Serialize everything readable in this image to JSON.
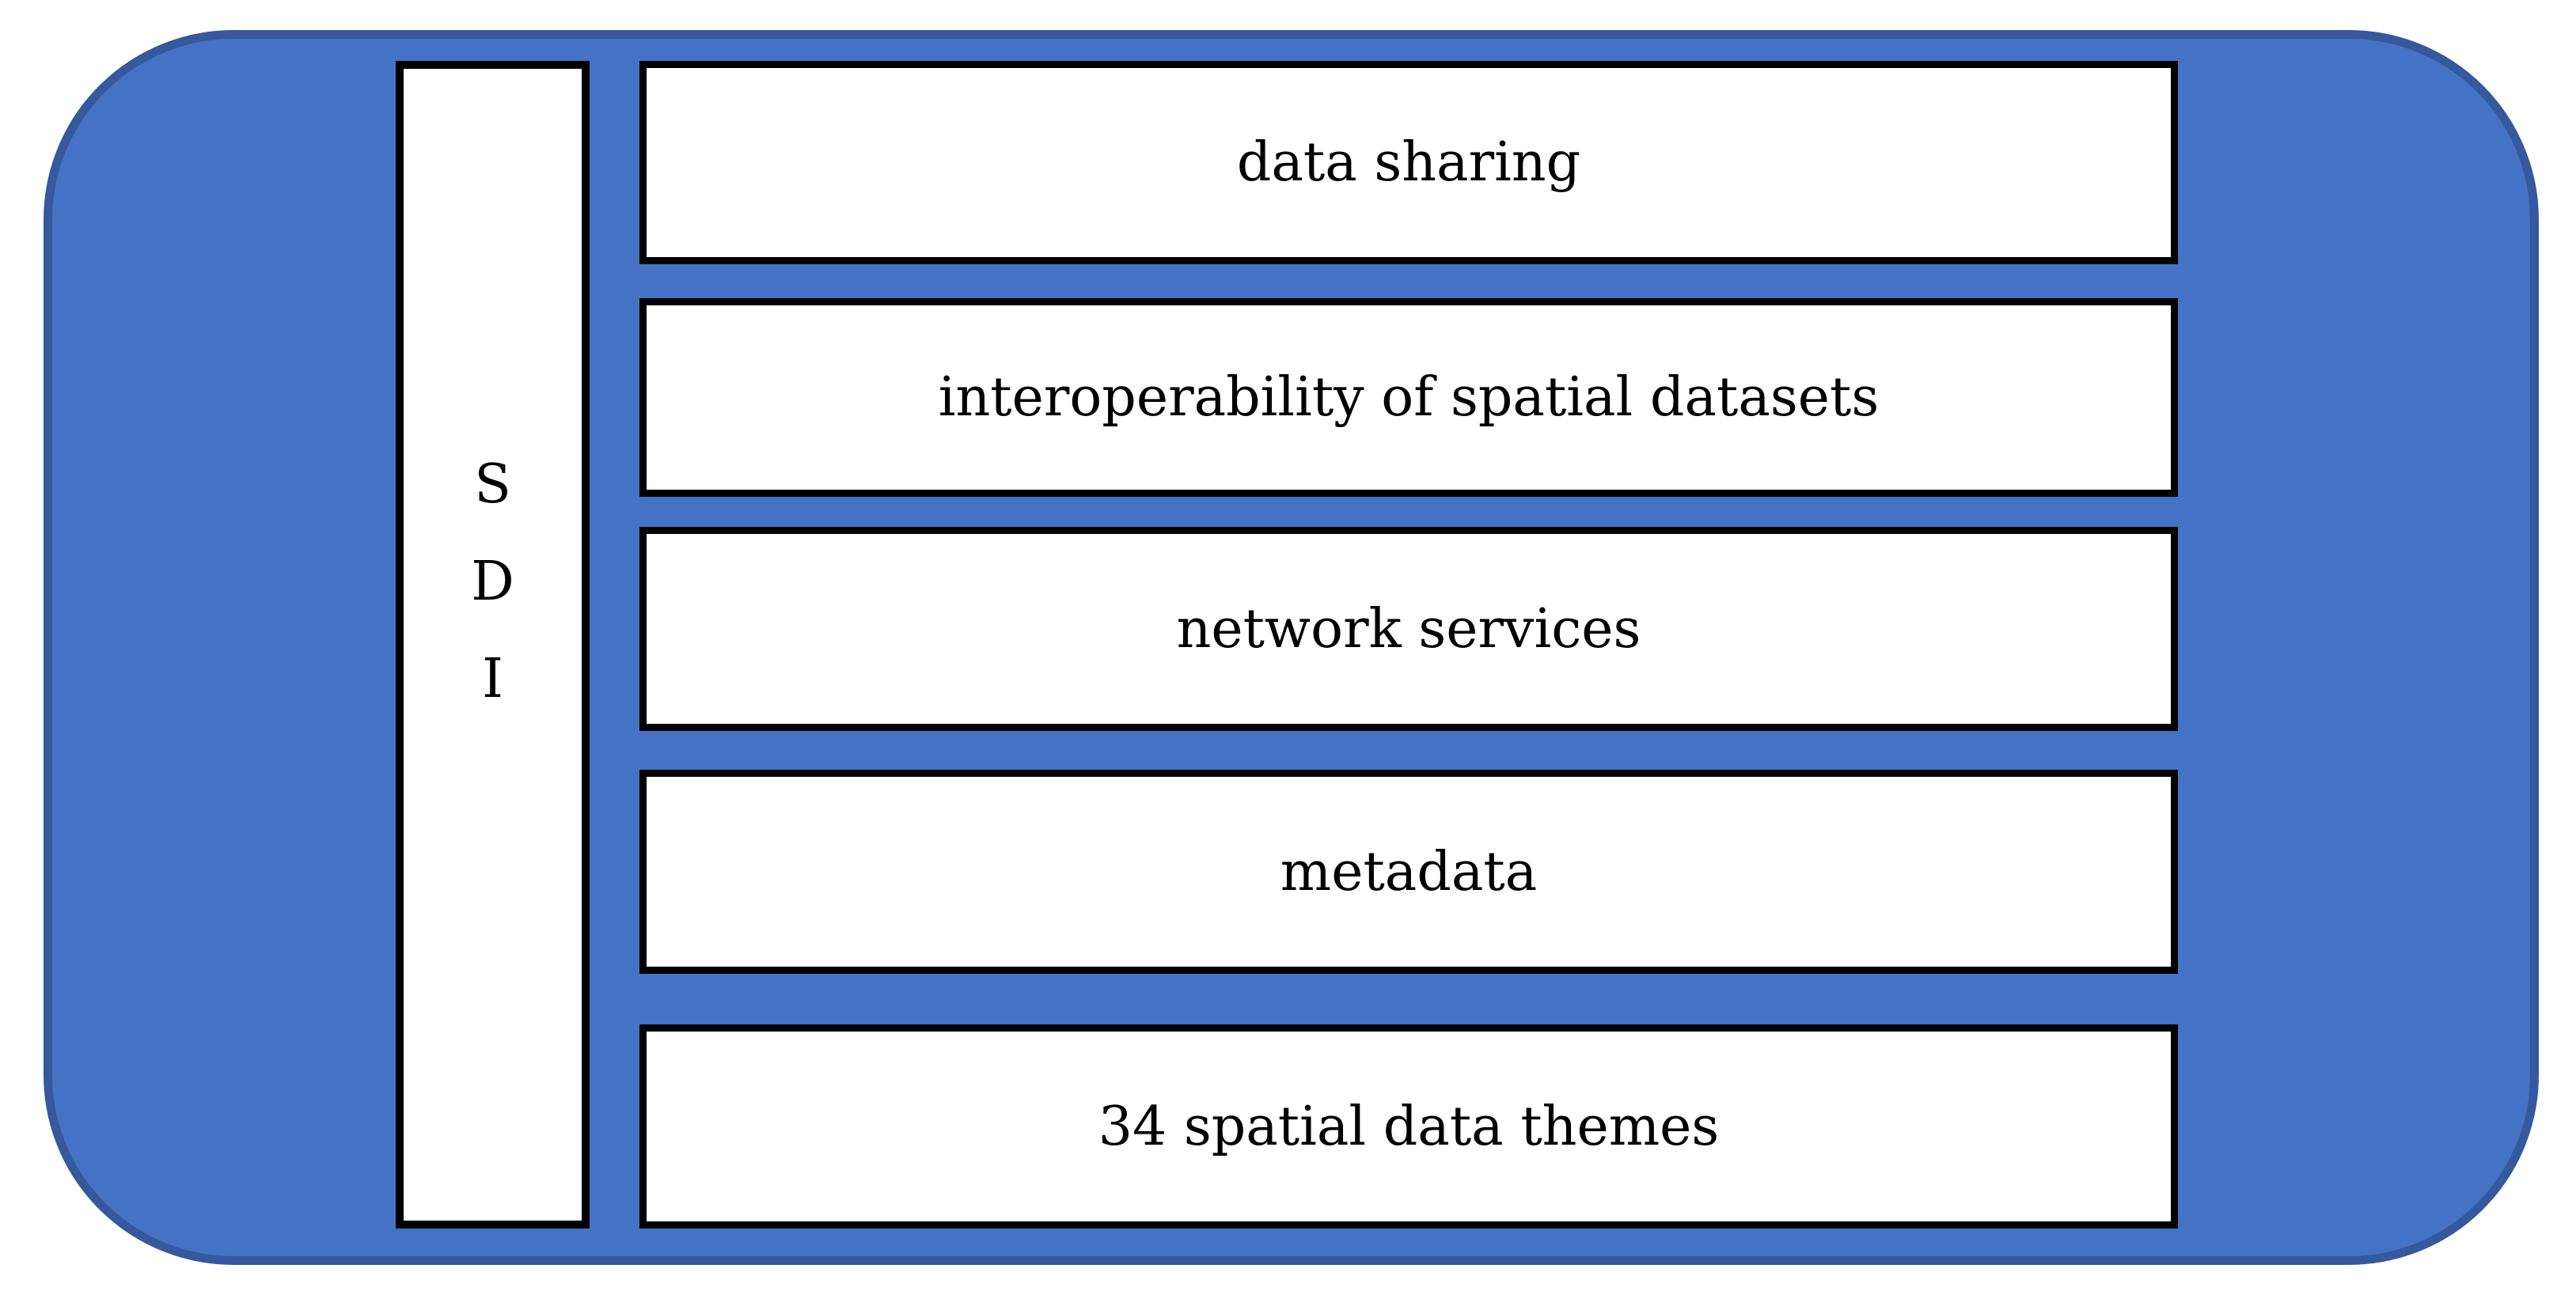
{
  "figure": {
    "sdi_label": {
      "letters": [
        "S",
        "D",
        "I"
      ]
    },
    "layers": [
      {
        "label": "data sharing"
      },
      {
        "label": "interoperability of spatial datasets"
      },
      {
        "label": "network services"
      },
      {
        "label": "metadata"
      },
      {
        "label": "34 spatial data themes"
      }
    ],
    "colors": {
      "container_fill": "#4472C4",
      "container_stroke": "#35599C",
      "box_fill": "#FFFFFF",
      "box_stroke": "#000000",
      "text": "#000000"
    }
  }
}
